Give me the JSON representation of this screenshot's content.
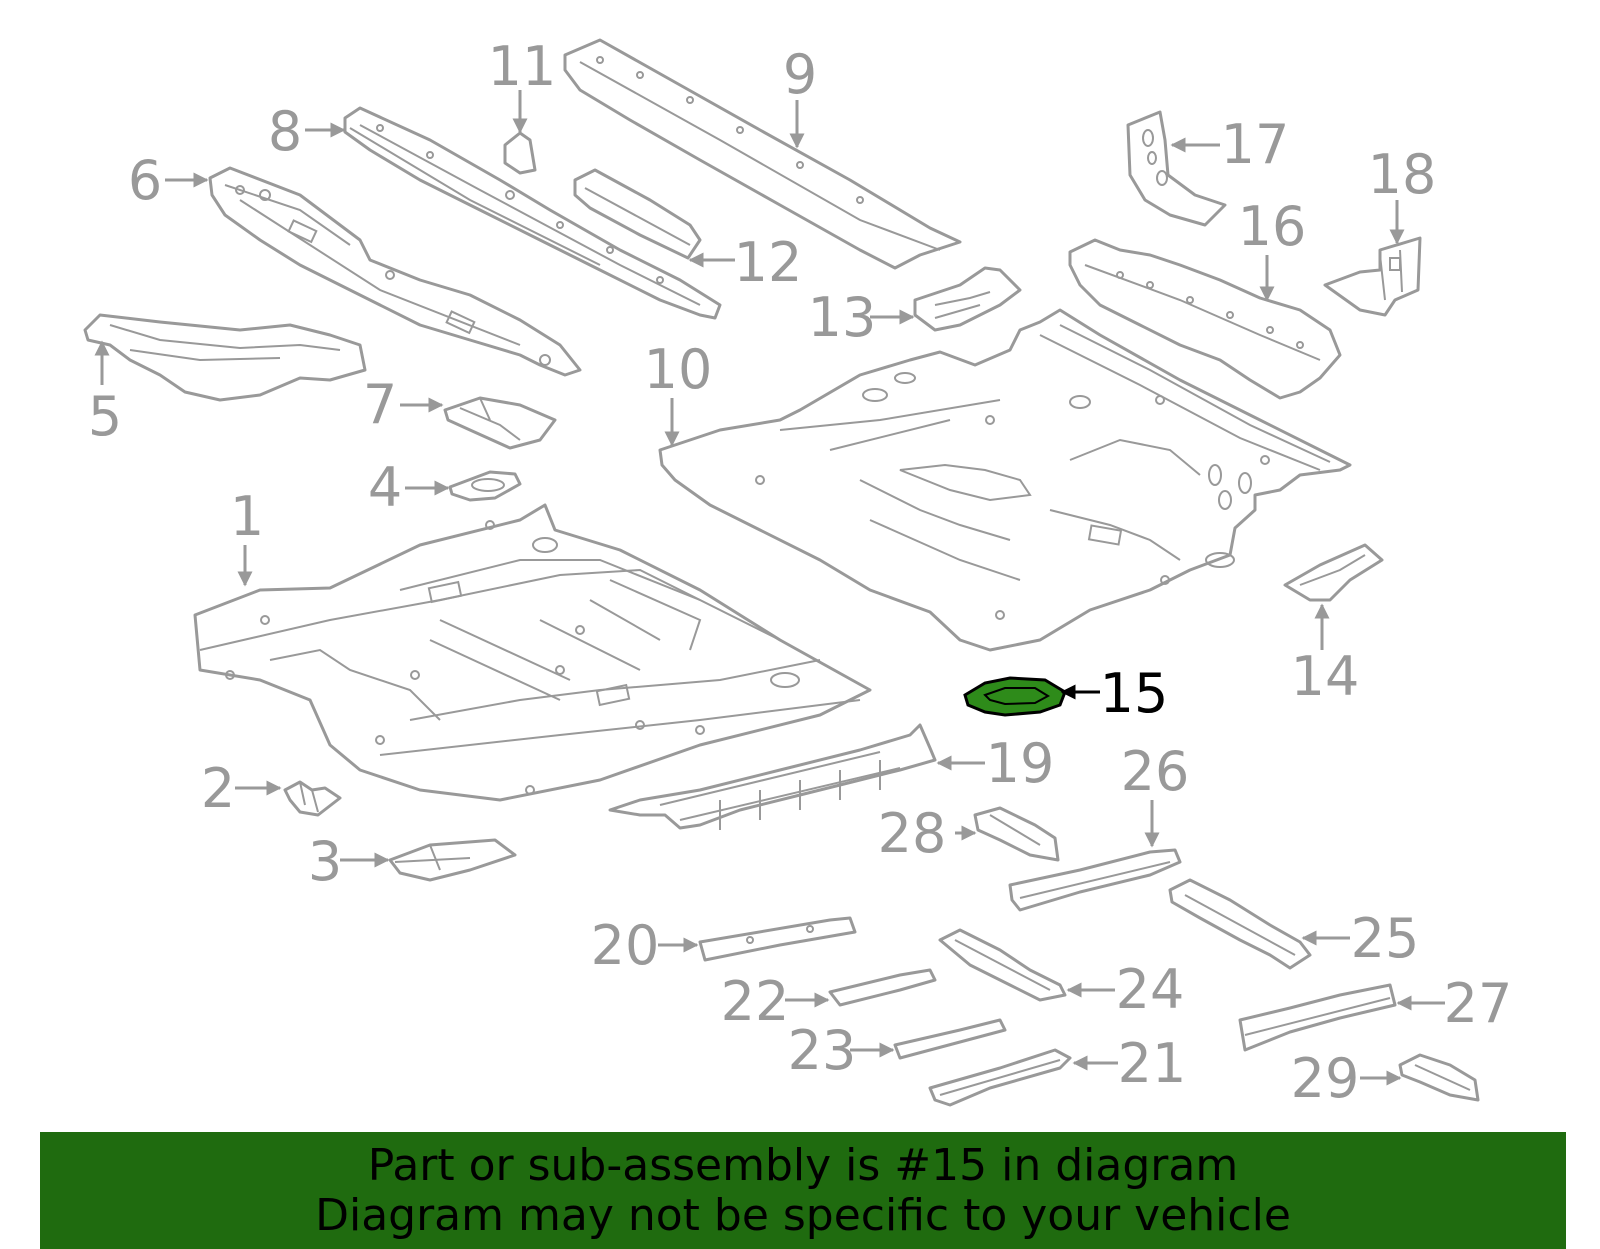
{
  "diagram": {
    "highlight_color": "#2e8b1a",
    "highlighted_part": "15",
    "callouts": [
      "1",
      "2",
      "3",
      "4",
      "5",
      "6",
      "7",
      "8",
      "9",
      "10",
      "11",
      "12",
      "13",
      "14",
      "15",
      "16",
      "17",
      "18",
      "19",
      "20",
      "21",
      "22",
      "23",
      "24",
      "25",
      "26",
      "27",
      "28",
      "29"
    ]
  },
  "banner": {
    "line1": "Part or sub-assembly is #15 in diagram",
    "line2": "Diagram may not be specific to your vehicle",
    "background": "#1f6b0f"
  }
}
